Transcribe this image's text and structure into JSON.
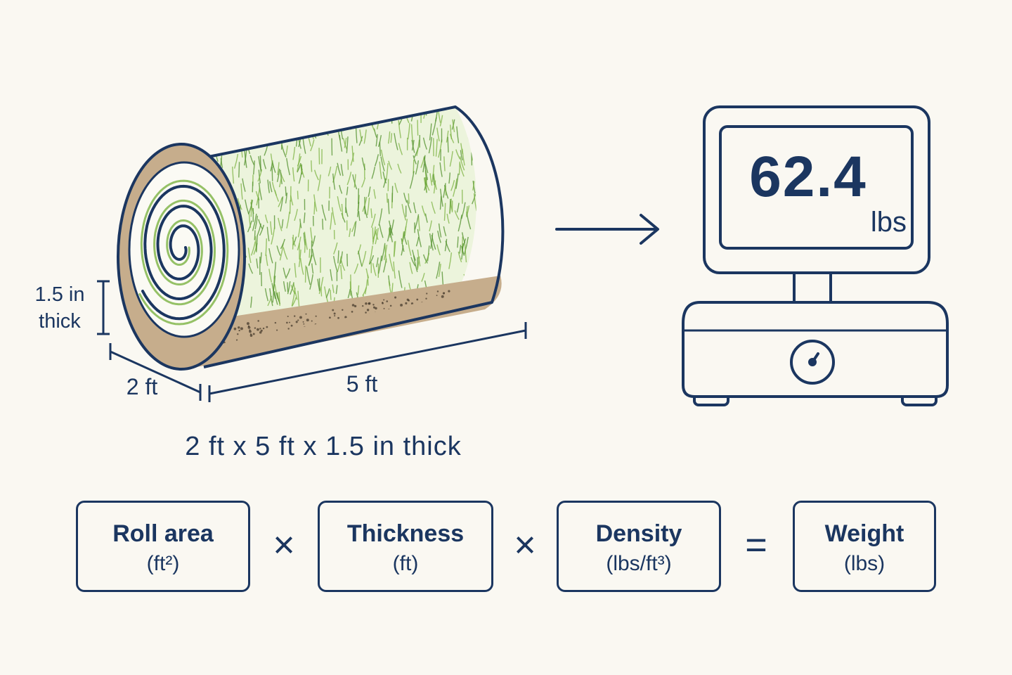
{
  "colors": {
    "ink": "#1b3660",
    "grass": "#7cb342",
    "grass_dark": "#4f8f2a",
    "soil": "#c6ad8c",
    "background": "#faf8f2"
  },
  "roll": {
    "thickness_label_line1": "1.5 in",
    "thickness_label_line2": "thick",
    "width_label": "2 ft",
    "length_label": "5 ft",
    "summary": "2 ft x 5 ft x 1.5 in thick"
  },
  "scale": {
    "value": "62.4",
    "unit": "lbs",
    "icons": [
      "arrow-right-icon",
      "scale-icon",
      "gauge-icon"
    ]
  },
  "formula": {
    "terms": [
      {
        "title": "Roll area",
        "unit": "(ft²)"
      },
      {
        "title": "Thickness",
        "unit": "(ft)"
      },
      {
        "title": "Density",
        "unit": "(lbs/ft³)"
      },
      {
        "title": "Weight",
        "unit": "(lbs)"
      }
    ],
    "operators": [
      "×",
      "×",
      "="
    ]
  }
}
